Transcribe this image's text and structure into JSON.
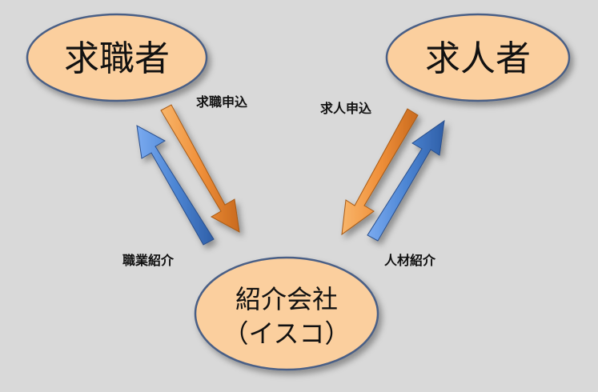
{
  "nodes": {
    "job_seeker": "求職者",
    "employer": "求人者",
    "agency_line1": "紹介会社",
    "agency_line2": "（イスコ）"
  },
  "edges": {
    "job_application": "求職申込",
    "job_offer_application": "求人申込",
    "job_introduction": "職業紹介",
    "personnel_introduction": "人材紹介"
  },
  "colors": {
    "background": "#d9d9d9",
    "node_fill": "#fbcf9e",
    "node_stroke": "#4a5f86",
    "arrow_orange": "#f0903a",
    "arrow_blue": "#4d86d4"
  }
}
